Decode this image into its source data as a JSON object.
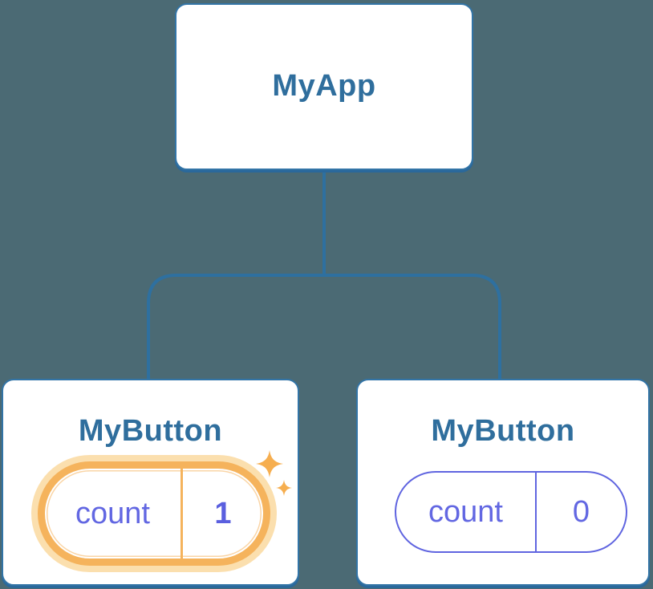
{
  "diagram": {
    "description": "React component tree with state",
    "tree": {
      "root": {
        "label": "MyApp"
      },
      "children": [
        {
          "label": "MyButton",
          "state": {
            "key": "count",
            "value": "1"
          },
          "highlighted": true,
          "icon": "sparkles-icon"
        },
        {
          "label": "MyButton",
          "state": {
            "key": "count",
            "value": "0"
          },
          "highlighted": false
        }
      ]
    }
  },
  "colors": {
    "bg": "#4b6a74",
    "line-blue": "#2e70a0",
    "card-border": "#3274a6",
    "card-shadow": "#2a689b",
    "title-blue": "#2f6e9d",
    "purple": "#6267e2",
    "value-purple": "#5a5fdf",
    "pill-border-purple": "#6065e0",
    "orange": "#f5b35c",
    "orange-deep": "#f6ae4f",
    "orange-glow": "#fbdfae",
    "card-bg": "#ffffff"
  }
}
